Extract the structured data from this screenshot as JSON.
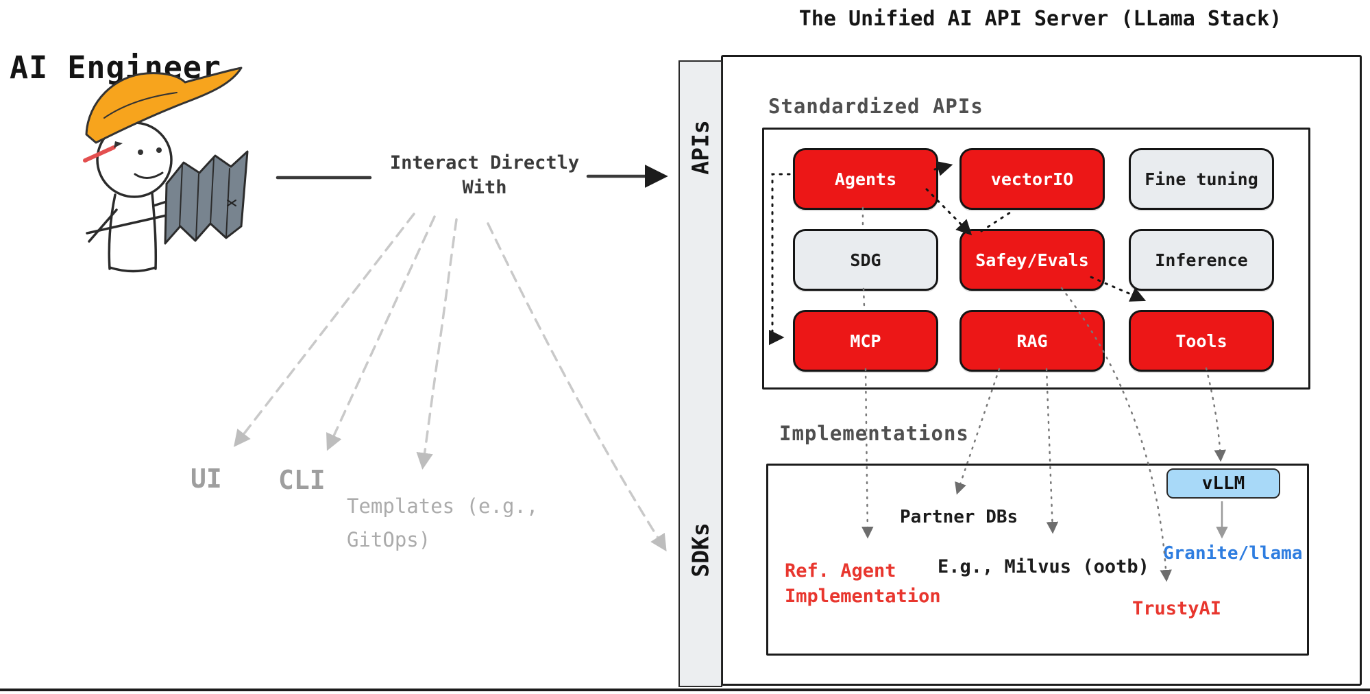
{
  "title": "The Unified AI API Server (LLama Stack)",
  "engineer": {
    "label": "AI Engineer"
  },
  "interaction": {
    "line1": "Interact Directly",
    "line2": "With"
  },
  "clients": {
    "ui": "UI",
    "cli": "CLI",
    "templates_line1": "Templates (e.g.,",
    "templates_line2": "GitOps)"
  },
  "server": {
    "apis_label": "APIs",
    "sdks_label": "SDKs",
    "standardized": {
      "label": "Standardized APIs",
      "buttons": [
        {
          "label": "Agents",
          "style": "red"
        },
        {
          "label": "vectorIO",
          "style": "red"
        },
        {
          "label": "Fine tuning",
          "style": "gray"
        },
        {
          "label": "SDG",
          "style": "gray"
        },
        {
          "label": "Safey/Evals",
          "style": "red"
        },
        {
          "label": "Inference",
          "style": "gray"
        },
        {
          "label": "MCP",
          "style": "red"
        },
        {
          "label": "RAG",
          "style": "red"
        },
        {
          "label": "Tools",
          "style": "red"
        }
      ]
    },
    "implementations": {
      "label": "Implementations",
      "ref_line1": "Ref. Agent",
      "ref_line2": "Implementation",
      "partner_dbs": "Partner DBs",
      "milvus": "E.g., Milvus (ootb)",
      "vllm": "vLLM",
      "granite": "Granite/llama",
      "trustyai": "TrustyAI"
    }
  },
  "colors": {
    "accent_red": "#ec1717",
    "chip_gray": "#e9ecef",
    "chip_blue": "#a8d9f8",
    "text_red": "#e8362e",
    "text_blue": "#2e7de0",
    "hat_orange": "#f7a41d",
    "map_gray": "#78848f",
    "strip_gray": "#eceef0"
  }
}
